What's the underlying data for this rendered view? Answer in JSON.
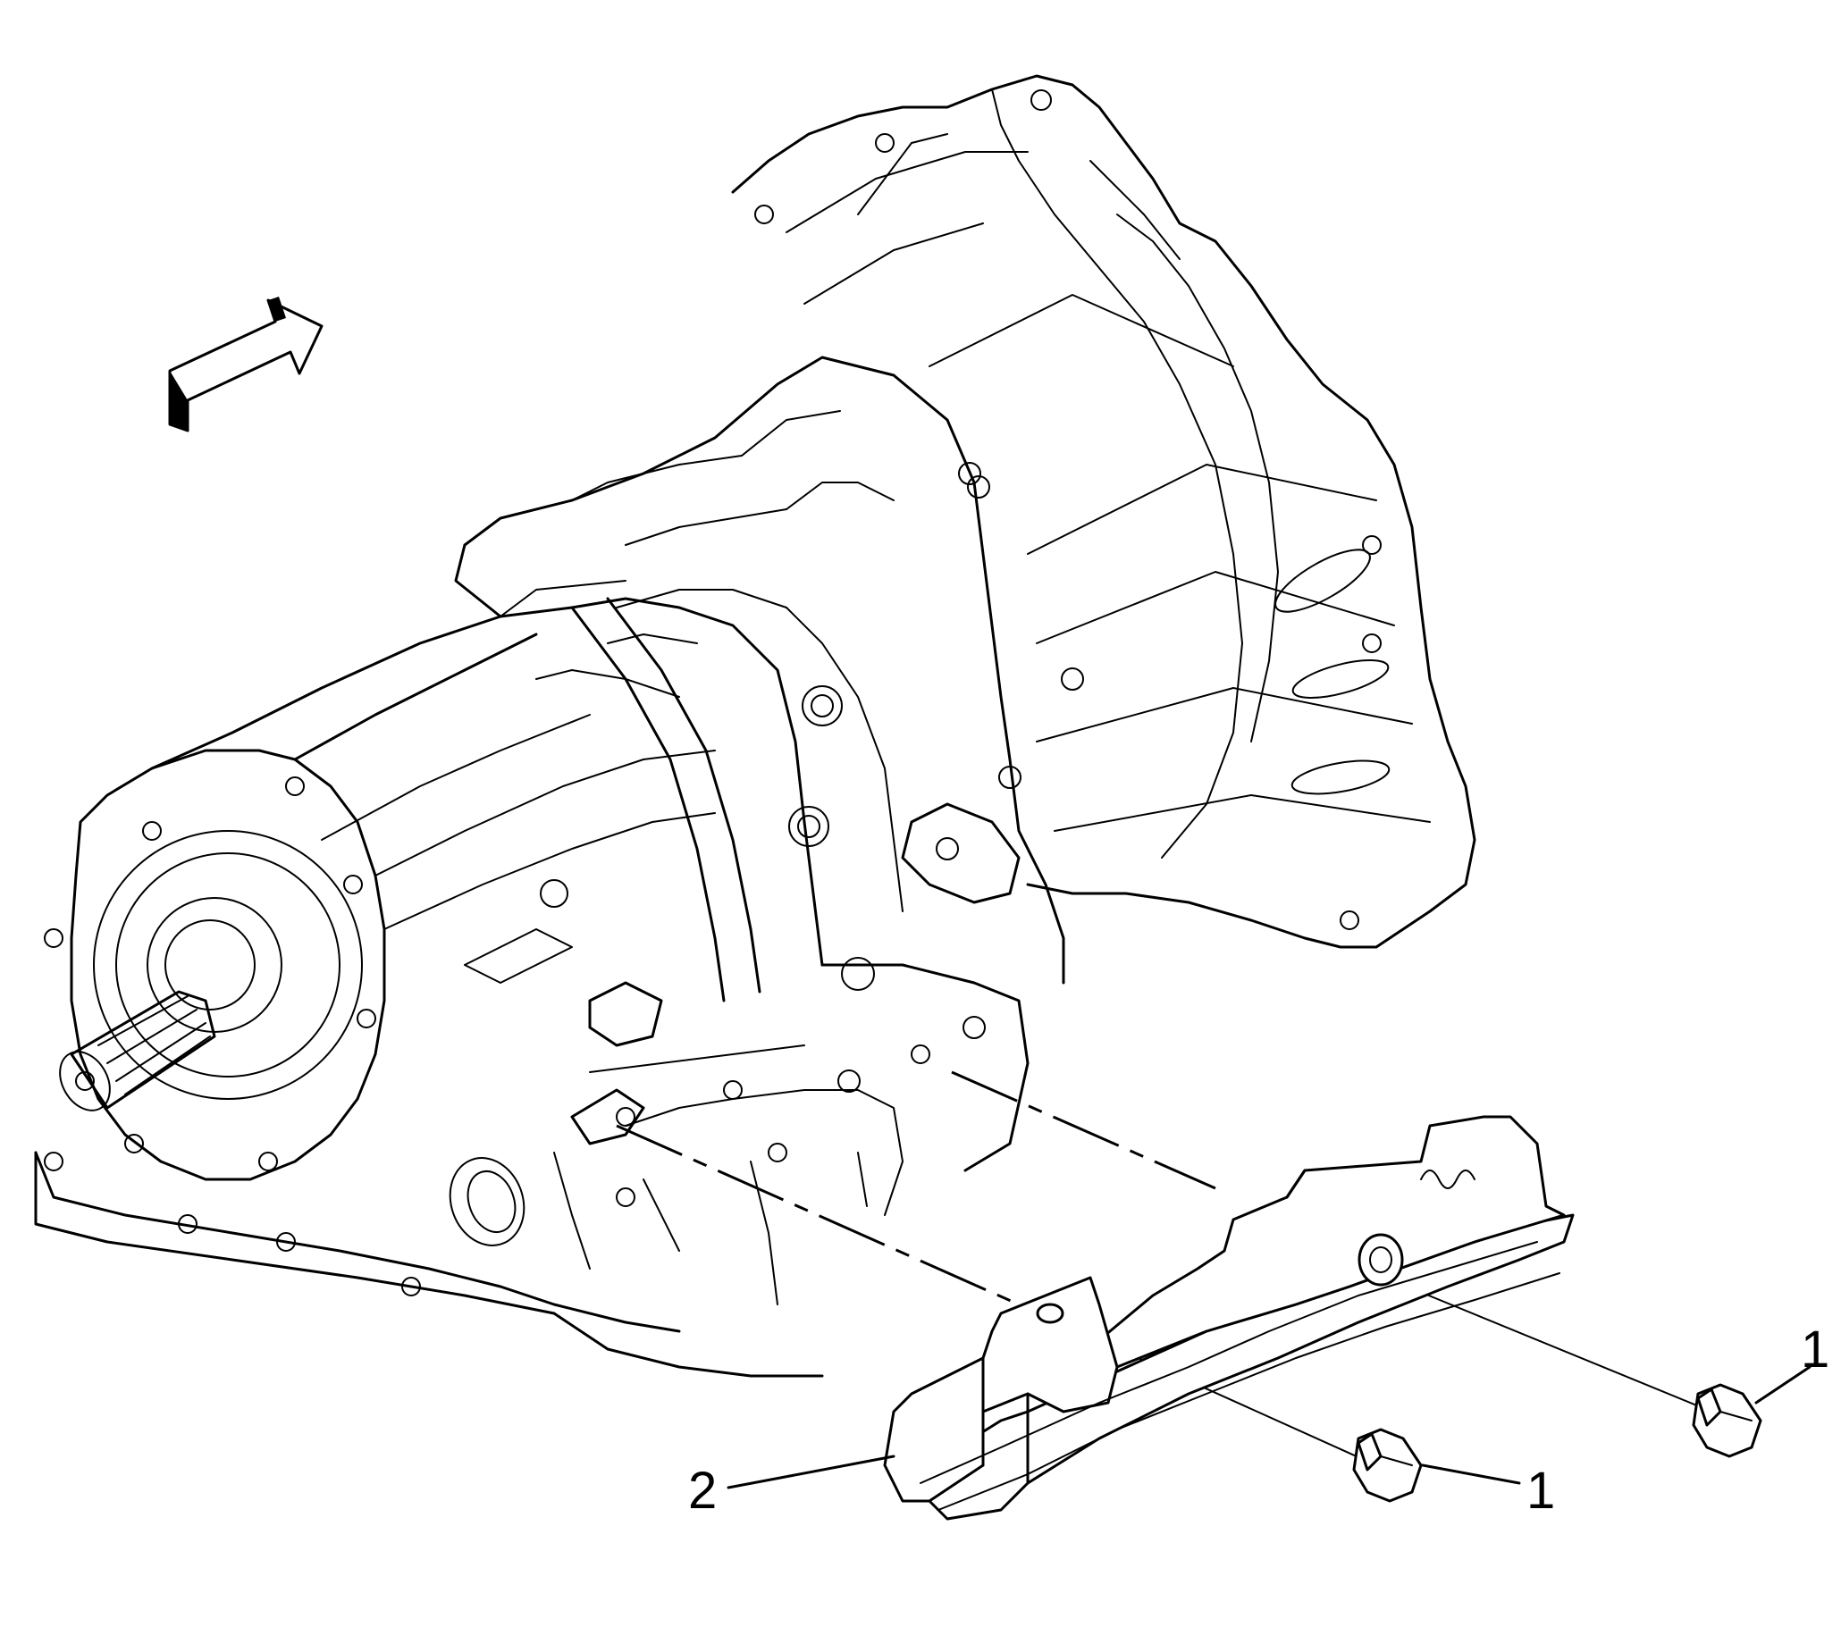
{
  "callouts": [
    {
      "id": "bolt-right",
      "label": "1"
    },
    {
      "id": "bolt-lower",
      "label": "1"
    },
    {
      "id": "shield",
      "label": "2"
    }
  ],
  "icons": {
    "direction_arrow": "front-direction-arrow-icon"
  }
}
